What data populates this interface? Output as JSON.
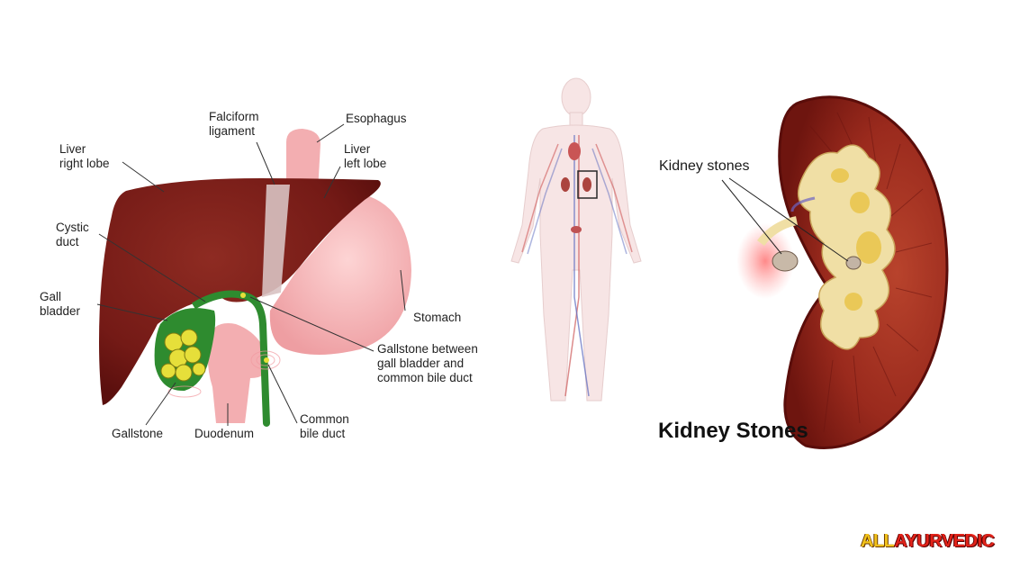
{
  "liver_labels": {
    "right_lobe": "Liver\nright lobe",
    "falciform": "Falciform\nligament",
    "esophagus": "Esophagus",
    "left_lobe": "Liver\nleft lobe",
    "cystic_duct": "Cystic\nduct",
    "gall_bladder": "Gall\nbladder",
    "stomach": "Stomach",
    "gallstone_between": "Gallstone between\ngall bladder and\ncommon bile duct",
    "gallstone": "Gallstone",
    "duodenum": "Duodenum",
    "common_bile_duct": "Common\nbile duct"
  },
  "kidney": {
    "stones_label": "Kidney stones",
    "title": "Kidney Stones"
  },
  "watermark": {
    "part1": "ALL",
    "part2": "AYURVEDIC"
  },
  "colors": {
    "liver": "#7a1b17",
    "stomach": "#f4b3b5",
    "gall_bladder": "#2e8b2f",
    "gallstones": "#e6df3a",
    "kidney_outer": "#8c1d14",
    "kidney_pelvis": "#f0dfa5",
    "logo_yellow": "#f1c21b",
    "logo_red": "#e2231a"
  }
}
